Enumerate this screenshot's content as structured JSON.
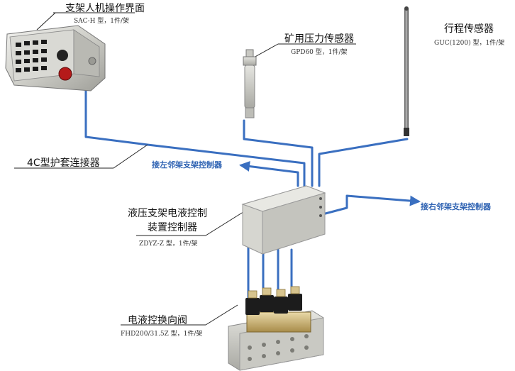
{
  "components": {
    "hmi": {
      "title": "支架人机操作界面",
      "spec": "SAC-H 型，1件/架"
    },
    "pressure_sensor": {
      "title": "矿用压力传感器",
      "spec": "GPD60 型，1件/架"
    },
    "stroke_sensor": {
      "title": "行程传感器",
      "spec": "GUC(1200) 型，1件/架"
    },
    "connector": {
      "title": "4C型护套连接器"
    },
    "controller": {
      "title_line1": "液压支架电液控制",
      "title_line2": "装置控制器",
      "spec": "ZDYZ-Z 型，1件/架"
    },
    "valve": {
      "title": "电液控换向阀",
      "spec": "FHD200/31.5Z 型，1件/架"
    }
  },
  "links": {
    "left": "接左邻架支架控制器",
    "right": "接右邻架支架控制器"
  },
  "colors": {
    "cable": "#3a6fc0",
    "link_text": "#2f63b3",
    "leader": "#222222"
  }
}
